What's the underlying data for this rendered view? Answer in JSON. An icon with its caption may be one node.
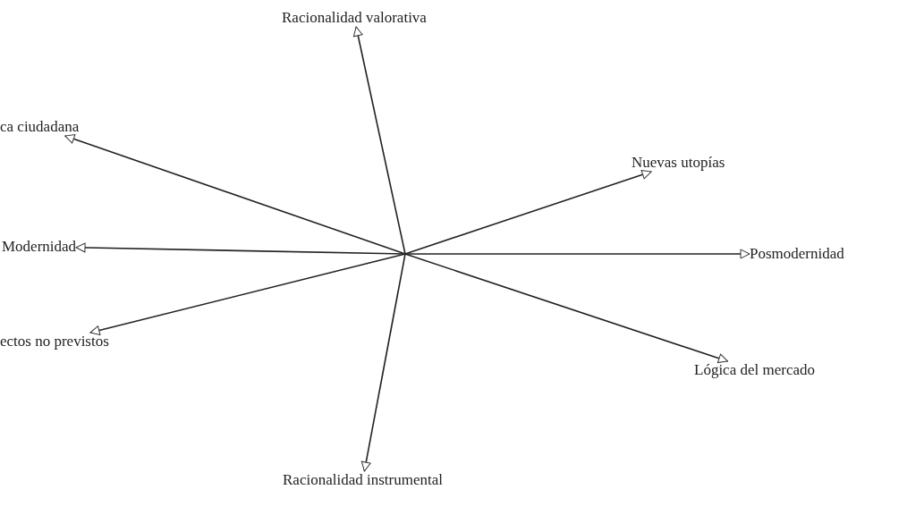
{
  "diagram": {
    "nodes": [
      {
        "text": [
          "Racionalidad valorativa"
        ]
      },
      {
        "text": [
          "ca ciudadana"
        ]
      },
      {
        "text": [
          "Nuevas utopías"
        ]
      },
      {
        "text": [
          "Modernidad"
        ]
      },
      {
        "text": [
          "Posmodernidad"
        ]
      },
      {
        "text": [
          "ectos no previstos"
        ]
      },
      {
        "text": [
          "Lógica del mercado"
        ]
      },
      {
        "text": [
          "Racionalidad instrumental"
        ]
      }
    ],
    "edges": [
      {
        "from": null,
        "to": 0,
        "arrow": "to"
      },
      {
        "from": null,
        "to": 1,
        "arrow": "to"
      },
      {
        "from": null,
        "to": 2,
        "arrow": "to"
      },
      {
        "from": null,
        "to": 3,
        "arrow": "to"
      },
      {
        "from": null,
        "to": 4,
        "arrow": "to"
      },
      {
        "from": null,
        "to": 5,
        "arrow": "to"
      },
      {
        "from": null,
        "to": 6,
        "arrow": "to"
      },
      {
        "from": null,
        "to": 7,
        "arrow": "to"
      }
    ]
  }
}
